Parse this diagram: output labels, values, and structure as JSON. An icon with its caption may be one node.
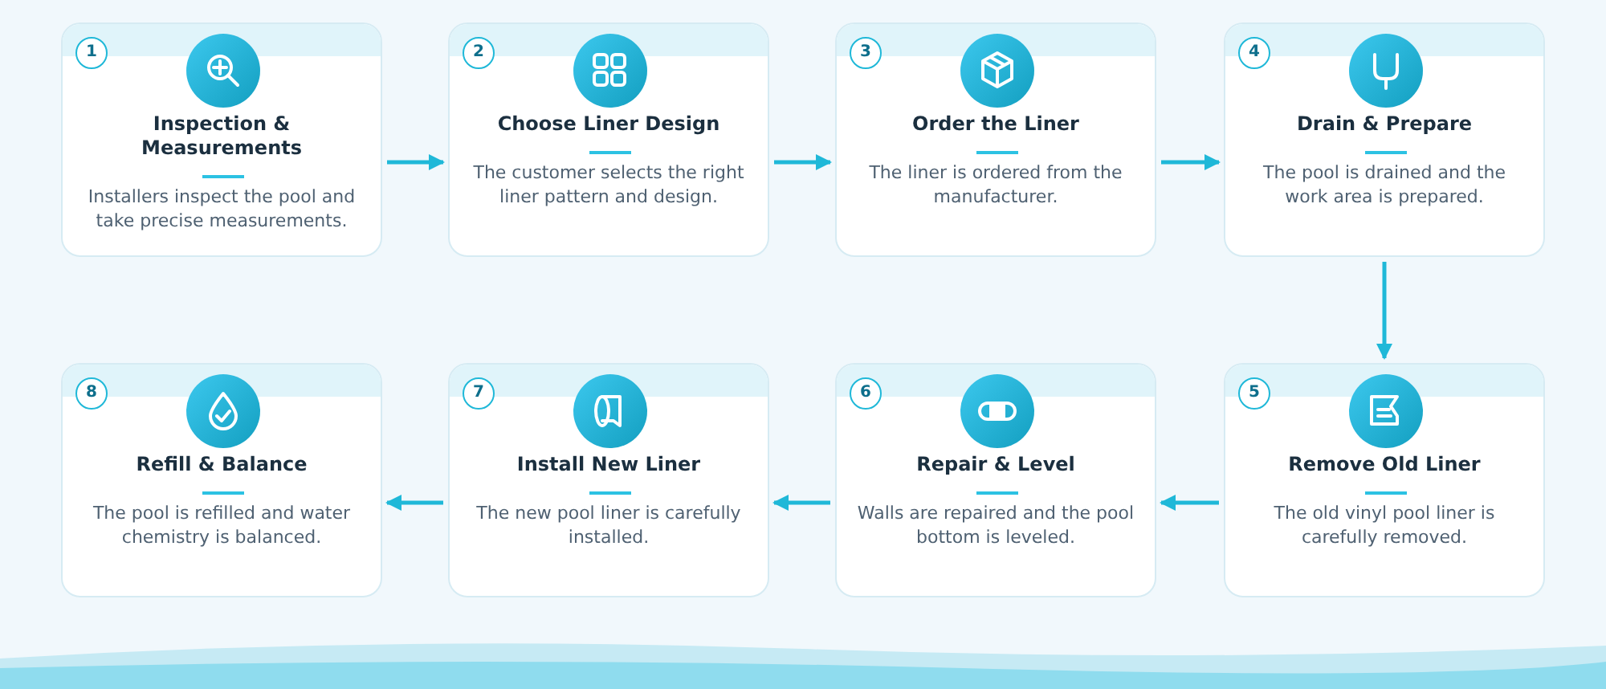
{
  "diagram": {
    "nodes": [
      {
        "text": [
          "1",
          "Inspection & Measurements",
          "Installers inspect the pool and take precise measurements."
        ]
      },
      {
        "text": [
          "2",
          "Choose Liner Design",
          "The customer selects the right liner pattern and design."
        ]
      },
      {
        "text": [
          "3",
          "Order the Liner",
          "The liner is ordered from the manufacturer."
        ]
      },
      {
        "text": [
          "4",
          "Drain & Prepare",
          "The pool is drained and the work area is prepared."
        ]
      },
      {
        "text": [
          "5",
          "Remove Old Liner",
          "The old vinyl pool liner is carefully removed."
        ]
      },
      {
        "text": [
          "6",
          "Repair & Level",
          "Walls are repaired and the pool bottom is leveled."
        ]
      },
      {
        "text": [
          "7",
          "Install New Liner",
          "The new pool liner is carefully installed."
        ]
      },
      {
        "text": [
          "8",
          "Refill & Balance",
          "The pool is refilled and water chemistry is balanced."
        ]
      }
    ],
    "edges": [
      {
        "from": 0,
        "to": 1,
        "arrow": "to"
      },
      {
        "from": 1,
        "to": 2,
        "arrow": "to"
      },
      {
        "from": 2,
        "to": 3,
        "arrow": "to"
      },
      {
        "from": 3,
        "to": 4,
        "arrow": "to"
      },
      {
        "from": 4,
        "to": 5,
        "arrow": "to"
      },
      {
        "from": 5,
        "to": 6,
        "arrow": "to"
      },
      {
        "from": 6,
        "to": 7,
        "arrow": "to"
      }
    ]
  }
}
